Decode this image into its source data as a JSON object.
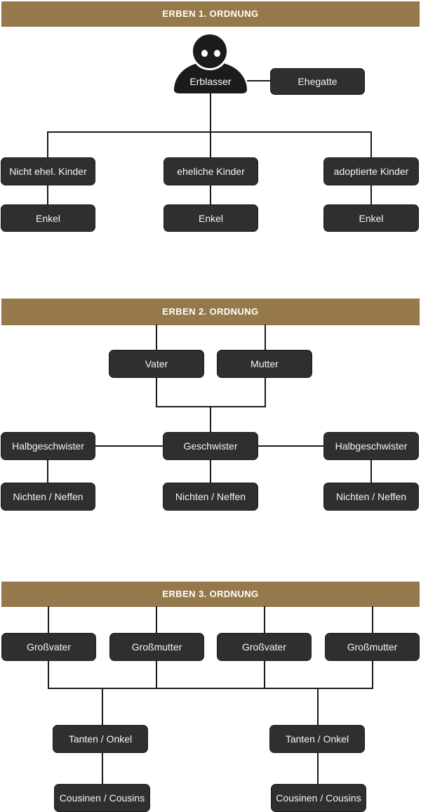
{
  "colors": {
    "header_bg": "#96794B",
    "box_bg": "#2F2F2F",
    "box_text": "#F5F5F5",
    "line": "#1A1A1A",
    "person_icon": "#1B1B1B"
  },
  "icons": {
    "person": "person-silhouette-icon"
  },
  "sections": [
    {
      "header": "ERBEN 1. ORDNUNG",
      "person": {
        "label": "Erblasser"
      },
      "spouse": {
        "label": "Ehegatte"
      },
      "children": [
        "Nicht ehel. Kinder",
        "eheliche Kinder",
        "adoptierte Kinder"
      ],
      "grandchildren": [
        "Enkel",
        "Enkel",
        "Enkel"
      ]
    },
    {
      "header": "ERBEN 2. ORDNUNG",
      "parents": [
        "Vater",
        "Mutter"
      ],
      "siblings": [
        "Halbgeschwister",
        "Geschwister",
        "Halbgeschwister"
      ],
      "nieces_nephews": [
        "Nichten / Neffen",
        "Nichten / Neffen",
        "Nichten / Neffen"
      ]
    },
    {
      "header": "ERBEN 3. ORDNUNG",
      "grandparents": [
        "Großvater",
        "Großmutter",
        "Großvater",
        "Großmutter"
      ],
      "aunts_uncles": [
        "Tanten / Onkel",
        "Tanten / Onkel"
      ],
      "cousins": [
        "Cousinen / Cousins",
        "Cousinen / Cousins"
      ]
    }
  ]
}
